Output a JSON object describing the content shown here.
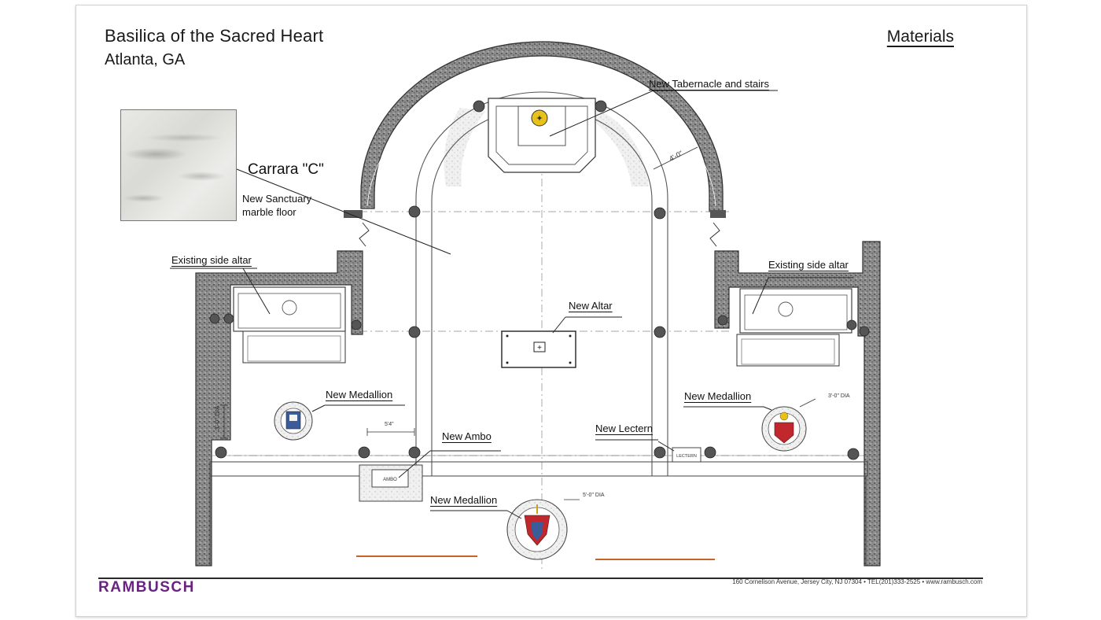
{
  "header": {
    "title": "Basilica of the Sacred Heart",
    "subtitle": "Atlanta, GA",
    "section": "Materials"
  },
  "material": {
    "name": "Carrara \"C\"",
    "note_line1": "New Sanctuary",
    "note_line2": "marble floor"
  },
  "labels": {
    "tabernacle": "New Tabernacle and stairs",
    "side_altar_left": "Existing side altar",
    "side_altar_right": "Existing side altar",
    "altar": "New Altar",
    "medallion_left": "New Medallion",
    "medallion_right": "New Medallion",
    "medallion_center": "New Medallion",
    "ambo": "New Ambo",
    "lectern": "New Lectern"
  },
  "dimensions": {
    "apse": "4'-0\"",
    "left_medallion": "3'-0\" DIA",
    "right_medallion": "3'-0\" DIA",
    "center_medallion": "5'-0\" DIA",
    "ambo_width": "5'4\""
  },
  "tags": {
    "ambo": "AMBO",
    "lectern": "LECTERN"
  },
  "footer": {
    "logo": "RAMBUSCH",
    "address": "160 Cornelison Avenue, Jersey City, NJ 07304 • TEL(201)333-2525 • www.rambusch.com"
  },
  "colors": {
    "logo": "#6a2382",
    "line": "#333333",
    "stone": "#6e6e6e",
    "accent_orange": "#c8642a",
    "tabernacle_gold": "#e8c21a"
  }
}
